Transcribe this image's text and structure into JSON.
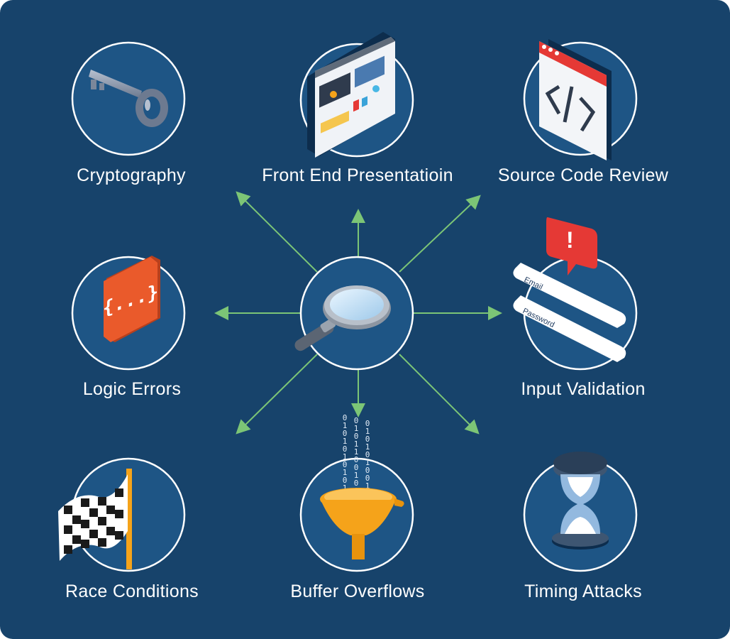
{
  "diagram": {
    "center": {
      "icon": "magnifying-glass-icon"
    },
    "nodes": [
      {
        "id": "cryptography",
        "label": "Cryptography",
        "icon": "key-icon"
      },
      {
        "id": "front-end",
        "label": "Front End Presentatioin",
        "icon": "browser-window-icon"
      },
      {
        "id": "source-code",
        "label": "Source Code Review",
        "icon": "code-window-icon"
      },
      {
        "id": "logic-errors",
        "label": "Logic Errors",
        "icon": "curly-braces-icon"
      },
      {
        "id": "input-validation",
        "label": "Input Validation",
        "icon": "form-alert-icon",
        "fields": [
          "Email",
          "Password"
        ],
        "alert": "!"
      },
      {
        "id": "race-conditions",
        "label": "Race Conditions",
        "icon": "checkered-flag-icon"
      },
      {
        "id": "buffer-overflows",
        "label": "Buffer Overflows",
        "icon": "funnel-binary-icon",
        "binary": [
          "0",
          "1",
          "0",
          "1",
          "0",
          "1",
          "0",
          "1",
          "0",
          "1",
          "1",
          "0",
          "0",
          "1",
          "0",
          "1",
          "1",
          "0",
          "0",
          "1",
          "0",
          "0",
          "1",
          "1",
          "0",
          "1",
          "0",
          "1",
          "0",
          "1",
          "0",
          "0",
          "1",
          "1",
          "0",
          "0"
        ]
      },
      {
        "id": "timing-attacks",
        "label": "Timing Attacks",
        "icon": "hourglass-icon"
      }
    ],
    "colors": {
      "background": "#17436b",
      "circle_fill": "#1e5585",
      "circle_stroke": "#ffffff",
      "arrow": "#7cc576",
      "accent_red": "#e53935",
      "accent_orange": "#ea5a2b",
      "funnel": "#f5a31a"
    }
  }
}
